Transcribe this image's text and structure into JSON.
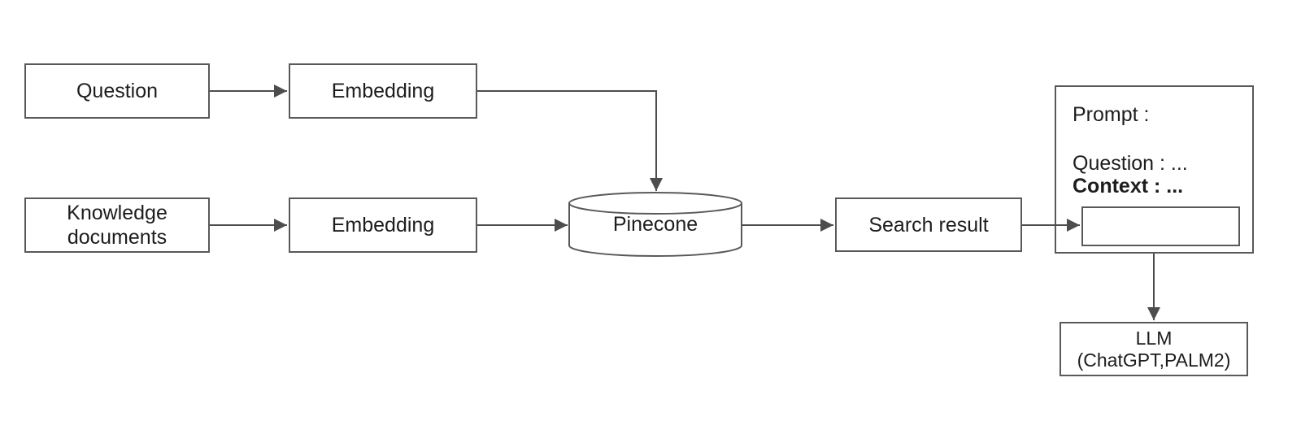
{
  "colors": {
    "background": "#ffffff",
    "line": "#4d4d4d",
    "box_border": "#595959",
    "text": "#1d1d1f"
  },
  "nodes": {
    "question": {
      "label": "Question"
    },
    "embedding_top": {
      "label": "Embedding"
    },
    "knowledge_documents": {
      "label": "Knowledge documents"
    },
    "embedding_bottom": {
      "label": "Embedding"
    },
    "pinecone": {
      "label": "Pinecone",
      "shape": "cylinder"
    },
    "search_result": {
      "label": "Search result"
    },
    "prompt": {
      "heading": "Prompt :",
      "question_line": "Question : ...",
      "context_line": "Context : ..."
    },
    "llm": {
      "name": "LLM",
      "models": "(ChatGPT,PALM2)"
    }
  },
  "edges": [
    {
      "from": "question",
      "to": "embedding_top"
    },
    {
      "from": "embedding_top",
      "to": "pinecone"
    },
    {
      "from": "knowledge_documents",
      "to": "embedding_bottom"
    },
    {
      "from": "embedding_bottom",
      "to": "pinecone"
    },
    {
      "from": "pinecone",
      "to": "search_result"
    },
    {
      "from": "search_result",
      "to": "prompt"
    },
    {
      "from": "prompt",
      "to": "llm"
    }
  ]
}
